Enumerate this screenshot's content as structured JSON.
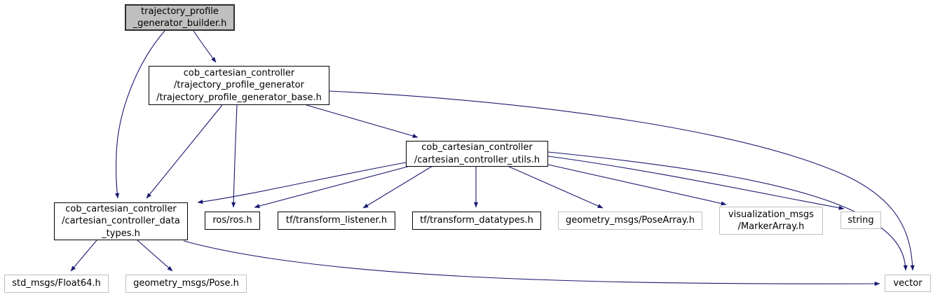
{
  "diagram": {
    "type": "include-dependency-graph",
    "colors": {
      "edge": "#191970",
      "root_fill": "#bfbfbf",
      "root_border": "#2e2e2e",
      "node_border": "#000000",
      "leaf_border": "#c0c0c0",
      "text": "#000000",
      "background": "#ffffff"
    },
    "nodes": {
      "builder": {
        "lines": [
          "trajectory_profile",
          "_generator_builder.h"
        ]
      },
      "base": {
        "lines": [
          "cob_cartesian_controller",
          "/trajectory_profile_generator",
          "/trajectory_profile_generator_base.h"
        ]
      },
      "utils": {
        "lines": [
          "cob_cartesian_controller",
          "/cartesian_controller_utils.h"
        ]
      },
      "data_types": {
        "lines": [
          "cob_cartesian_controller",
          "/cartesian_controller_data",
          "_types.h"
        ]
      },
      "ros": {
        "lines": [
          "ros/ros.h"
        ]
      },
      "tf_listener": {
        "lines": [
          "tf/transform_listener.h"
        ]
      },
      "tf_datatypes": {
        "lines": [
          "tf/transform_datatypes.h"
        ]
      },
      "pose_array": {
        "lines": [
          "geometry_msgs/PoseArray.h"
        ]
      },
      "marker_array": {
        "lines": [
          "visualization_msgs",
          "/MarkerArray.h"
        ]
      },
      "string": {
        "lines": [
          "string"
        ]
      },
      "float64": {
        "lines": [
          "std_msgs/Float64.h"
        ]
      },
      "pose": {
        "lines": [
          "geometry_msgs/Pose.h"
        ]
      },
      "vector": {
        "lines": [
          "vector"
        ]
      }
    },
    "edges": [
      {
        "from": "builder",
        "to": "base"
      },
      {
        "from": "builder",
        "to": "data_types"
      },
      {
        "from": "base",
        "to": "utils"
      },
      {
        "from": "base",
        "to": "data_types"
      },
      {
        "from": "base",
        "to": "ros"
      },
      {
        "from": "base",
        "to": "vector"
      },
      {
        "from": "utils",
        "to": "data_types"
      },
      {
        "from": "utils",
        "to": "ros"
      },
      {
        "from": "utils",
        "to": "tf_listener"
      },
      {
        "from": "utils",
        "to": "tf_datatypes"
      },
      {
        "from": "utils",
        "to": "pose_array"
      },
      {
        "from": "utils",
        "to": "marker_array"
      },
      {
        "from": "utils",
        "to": "string"
      },
      {
        "from": "utils",
        "to": "vector"
      },
      {
        "from": "data_types",
        "to": "float64"
      },
      {
        "from": "data_types",
        "to": "pose"
      },
      {
        "from": "data_types",
        "to": "vector"
      }
    ]
  }
}
